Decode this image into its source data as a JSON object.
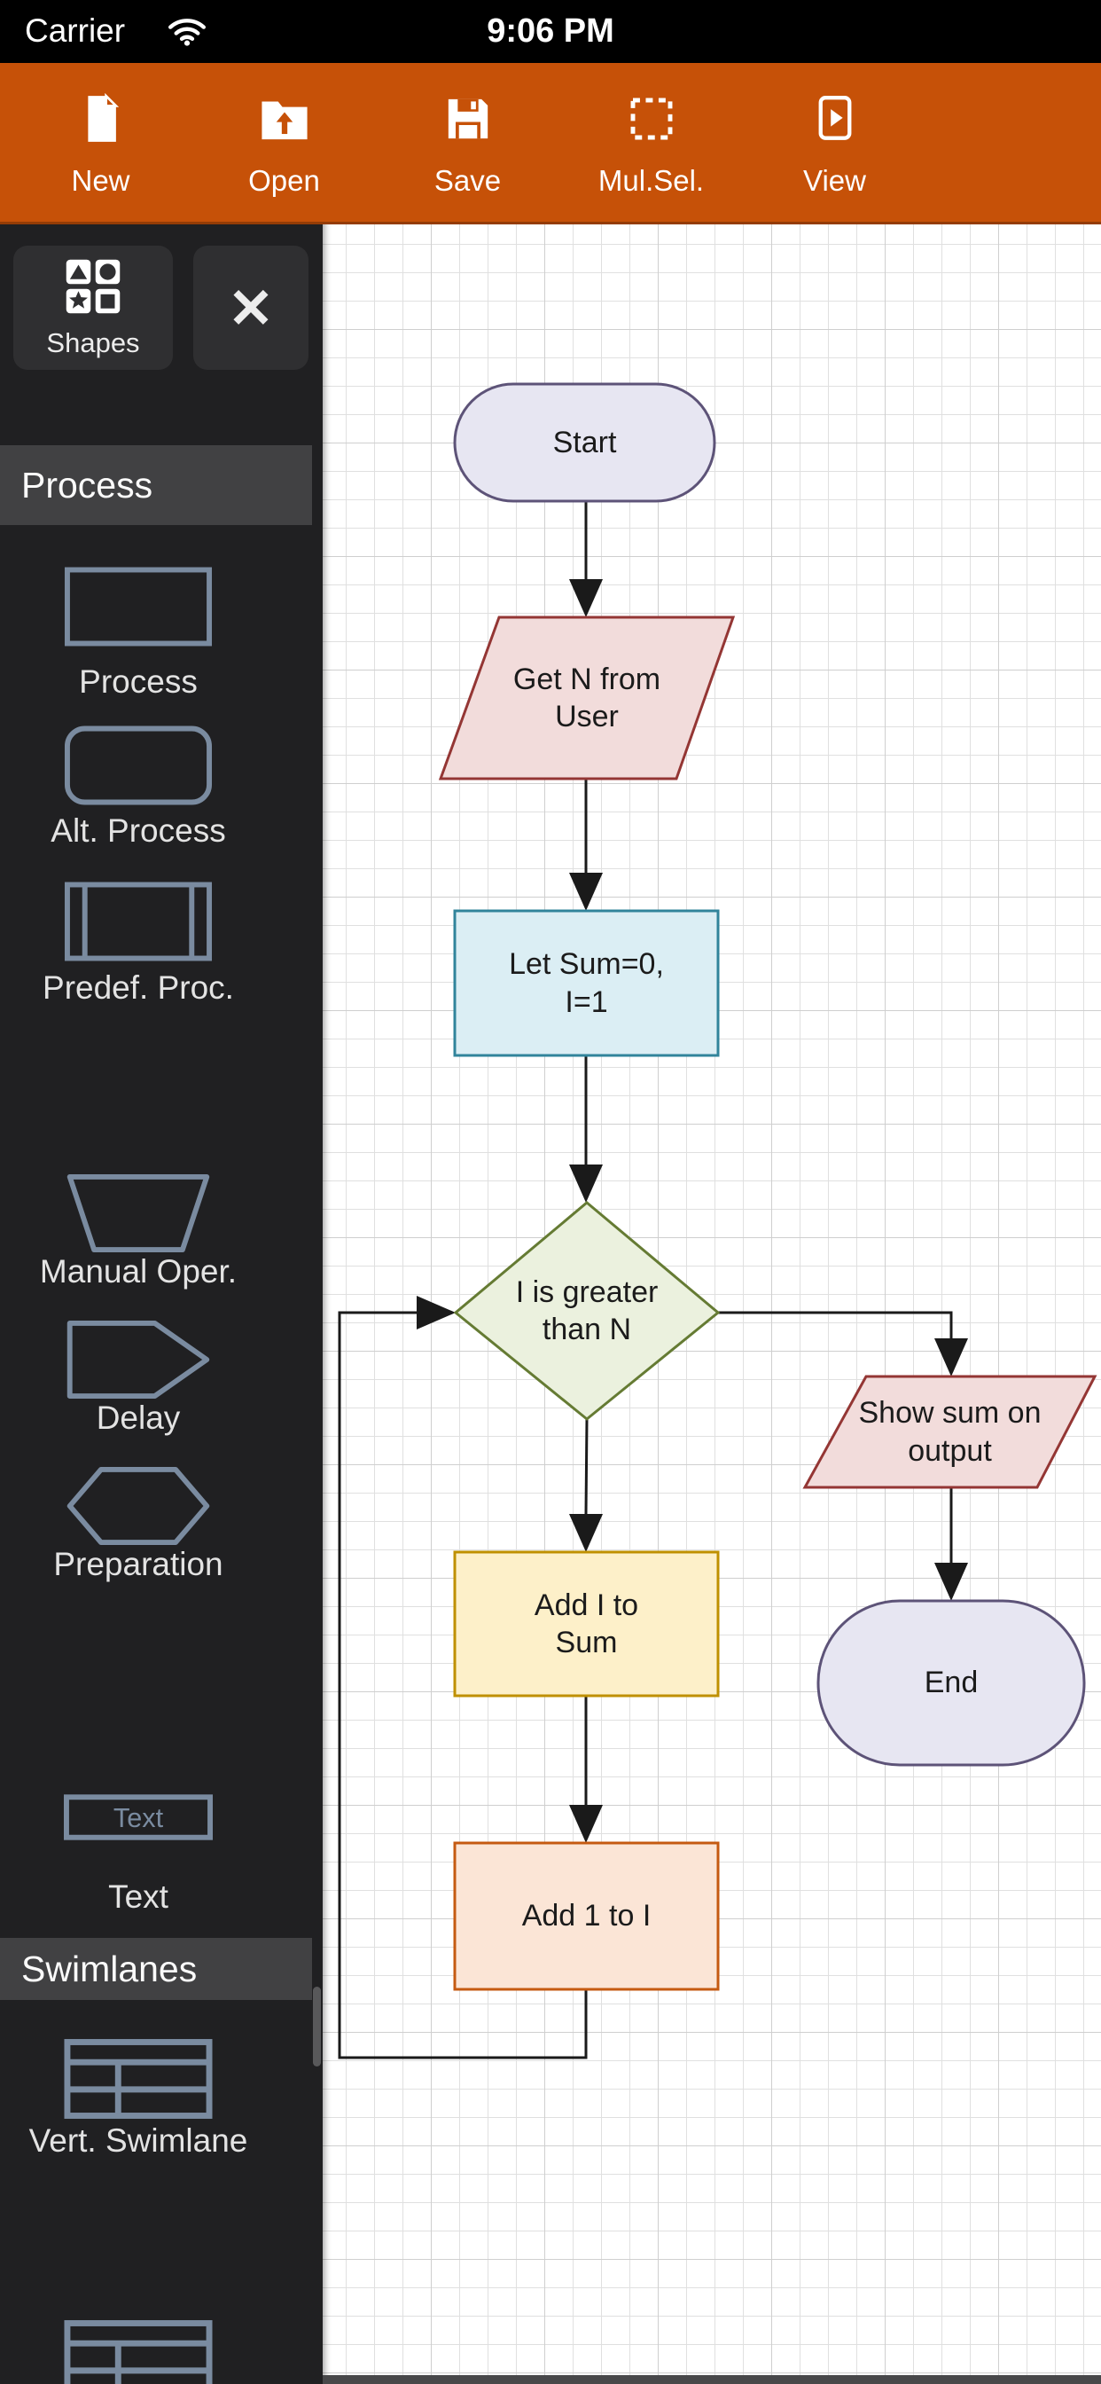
{
  "status_bar": {
    "carrier": "Carrier",
    "time": "9:06 PM"
  },
  "toolbar": {
    "accent": "#C65108",
    "items": [
      {
        "label": "New"
      },
      {
        "label": "Open"
      },
      {
        "label": "Save"
      },
      {
        "label": "Mul.Sel."
      },
      {
        "label": "View"
      }
    ]
  },
  "sidebar": {
    "shapes_button": {
      "label": "Shapes"
    },
    "close_button": {
      "glyph": "✕"
    },
    "sections": [
      {
        "title": "Process"
      },
      {
        "title": "Swimlanes"
      }
    ],
    "process_items": [
      {
        "label": "Process"
      },
      {
        "label": "Alt. Process"
      },
      {
        "label": "Predef. Proc."
      },
      {
        "label": "Manual Oper."
      },
      {
        "label": "Delay"
      },
      {
        "label": "Preparation"
      },
      {
        "label": "Text",
        "icon_text": "Text"
      }
    ],
    "swimlane_items": [
      {
        "label": "Vert. Swimlane"
      }
    ],
    "shape_stroke": "#7A8BA0"
  },
  "canvas": {
    "grid_minor": "#E0E0E0",
    "grid_major": "#CFCFCF",
    "connector_color": "#1A1A1A",
    "nodes": {
      "start": {
        "label": "Start",
        "fill": "#E7E6F2",
        "stroke": "#5D5378"
      },
      "get_n": {
        "label": "Get N from\nUser",
        "fill": "#F2DCDB",
        "stroke": "#943634"
      },
      "init": {
        "label": "Let Sum=0,\nI=1",
        "fill": "#DBEEF4",
        "stroke": "#31849B"
      },
      "decision": {
        "label": "I is greater\nthan N",
        "fill": "#EBF1DE",
        "stroke": "#657B33"
      },
      "show_sum": {
        "label": "Show sum on\noutput",
        "fill": "#F2DCDB",
        "stroke": "#943634"
      },
      "add_i": {
        "label": "Add I to\nSum",
        "fill": "#FDF0C9",
        "stroke": "#BF9000"
      },
      "end": {
        "label": "End",
        "fill": "#E7E6F2",
        "stroke": "#5D5378"
      },
      "add_1": {
        "label": "Add 1 to I",
        "fill": "#FBE5D6",
        "stroke": "#C55A11"
      }
    }
  }
}
